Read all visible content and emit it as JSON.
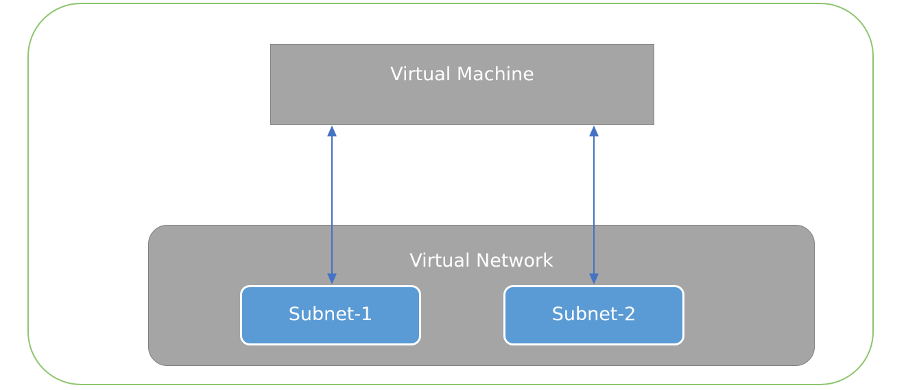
{
  "diagram": {
    "virtual_machine_label": "Virtual Machine",
    "virtual_network_label": "Virtual Network",
    "subnets": [
      {
        "label": "Subnet-1"
      },
      {
        "label": "Subnet-2"
      }
    ],
    "connections": [
      {
        "from": "Subnet-1",
        "to": "Virtual Machine",
        "direction": "bidirectional"
      },
      {
        "from": "Subnet-2",
        "to": "Virtual Machine",
        "direction": "bidirectional"
      }
    ]
  },
  "colors": {
    "container_border": "#8cc56e",
    "box_fill": "#a5a5a5",
    "box_border": "#7f7f7f",
    "subnet_fill": "#5b9bd5",
    "arrow": "#4472c4",
    "text": "#ffffff"
  }
}
